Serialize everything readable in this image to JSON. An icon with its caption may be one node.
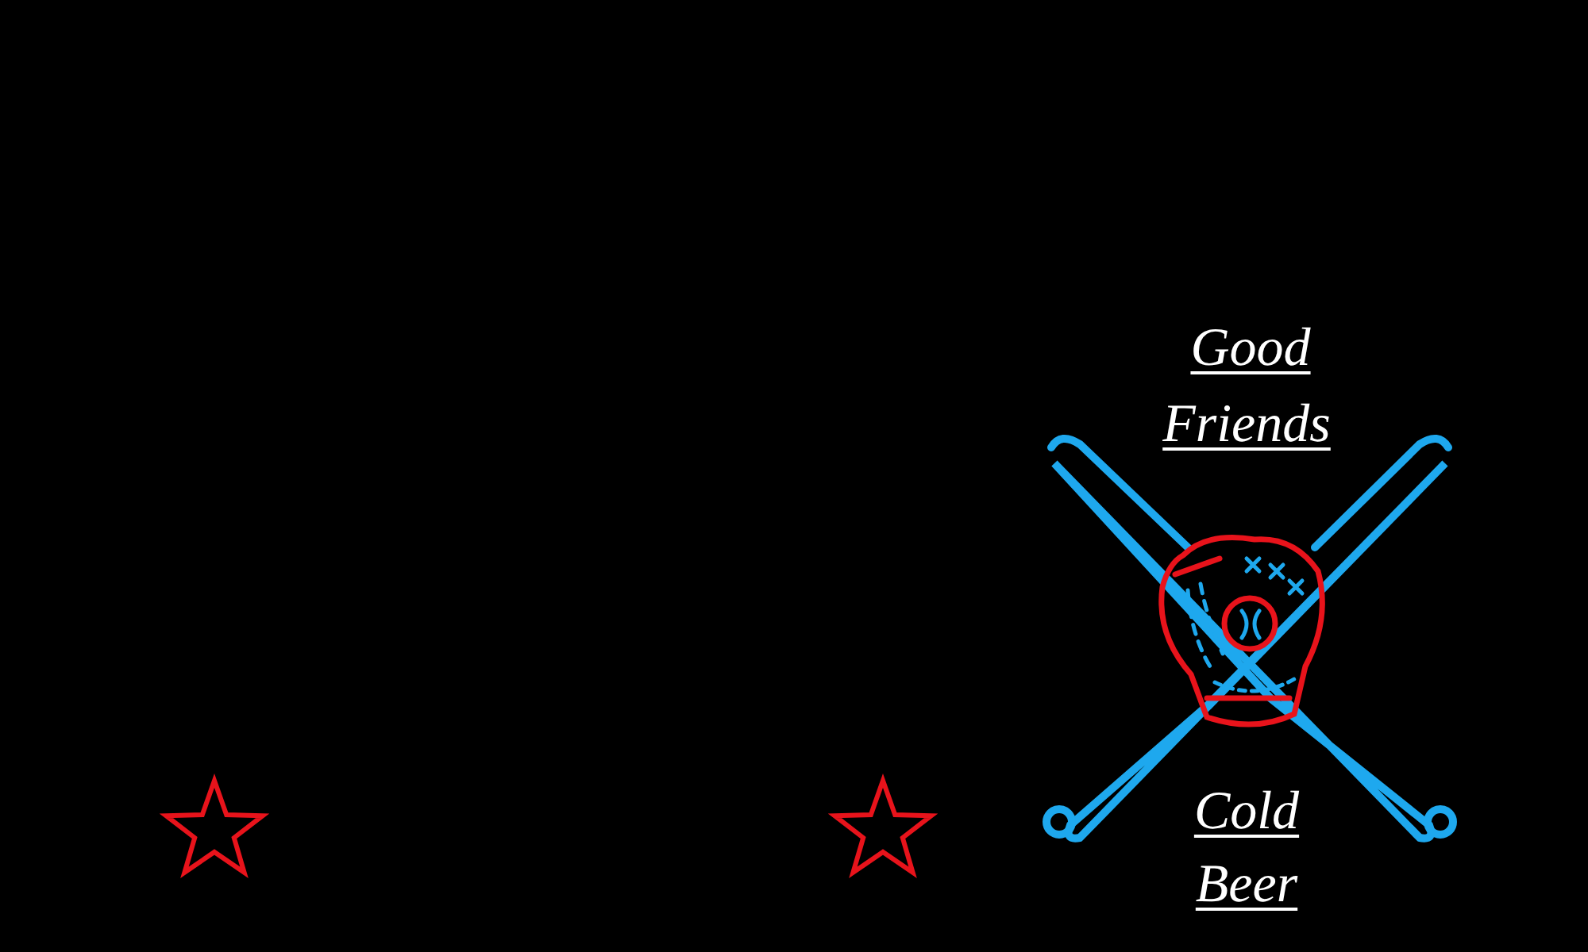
{
  "diagram": {
    "labels": [
      "Good",
      "Friends",
      "Cold",
      "Beer"
    ]
  }
}
